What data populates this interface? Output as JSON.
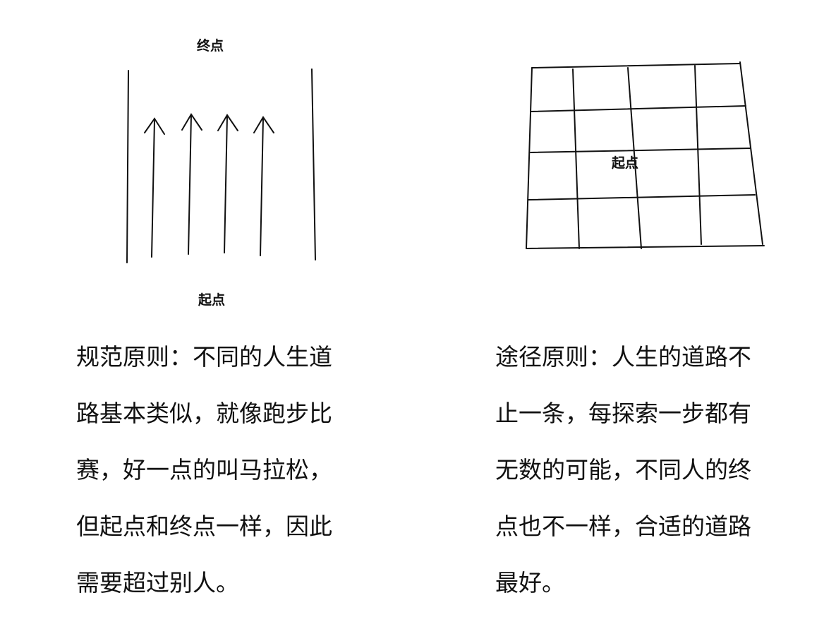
{
  "left_diagram": {
    "end_label": "终点",
    "start_label": "起点",
    "lane_count": 4
  },
  "right_diagram": {
    "start_label": "起点",
    "grid_rows": 4,
    "grid_cols": 4
  },
  "left_text": {
    "lines": [
      "规范原则：不同的人生道",
      "路基本类似，就像跑步比",
      "赛，好一点的叫马拉松，",
      "但起点和终点一样，因此",
      "需要超过别人。"
    ]
  },
  "right_text": {
    "lines": [
      "途径原则：人生的道路不",
      "止一条，每探索一步都有",
      "无数的可能，不同人的终",
      "点也不一样，合适的道路",
      "最好。"
    ]
  },
  "colors": {
    "ink": "#111111",
    "background": "#ffffff"
  }
}
